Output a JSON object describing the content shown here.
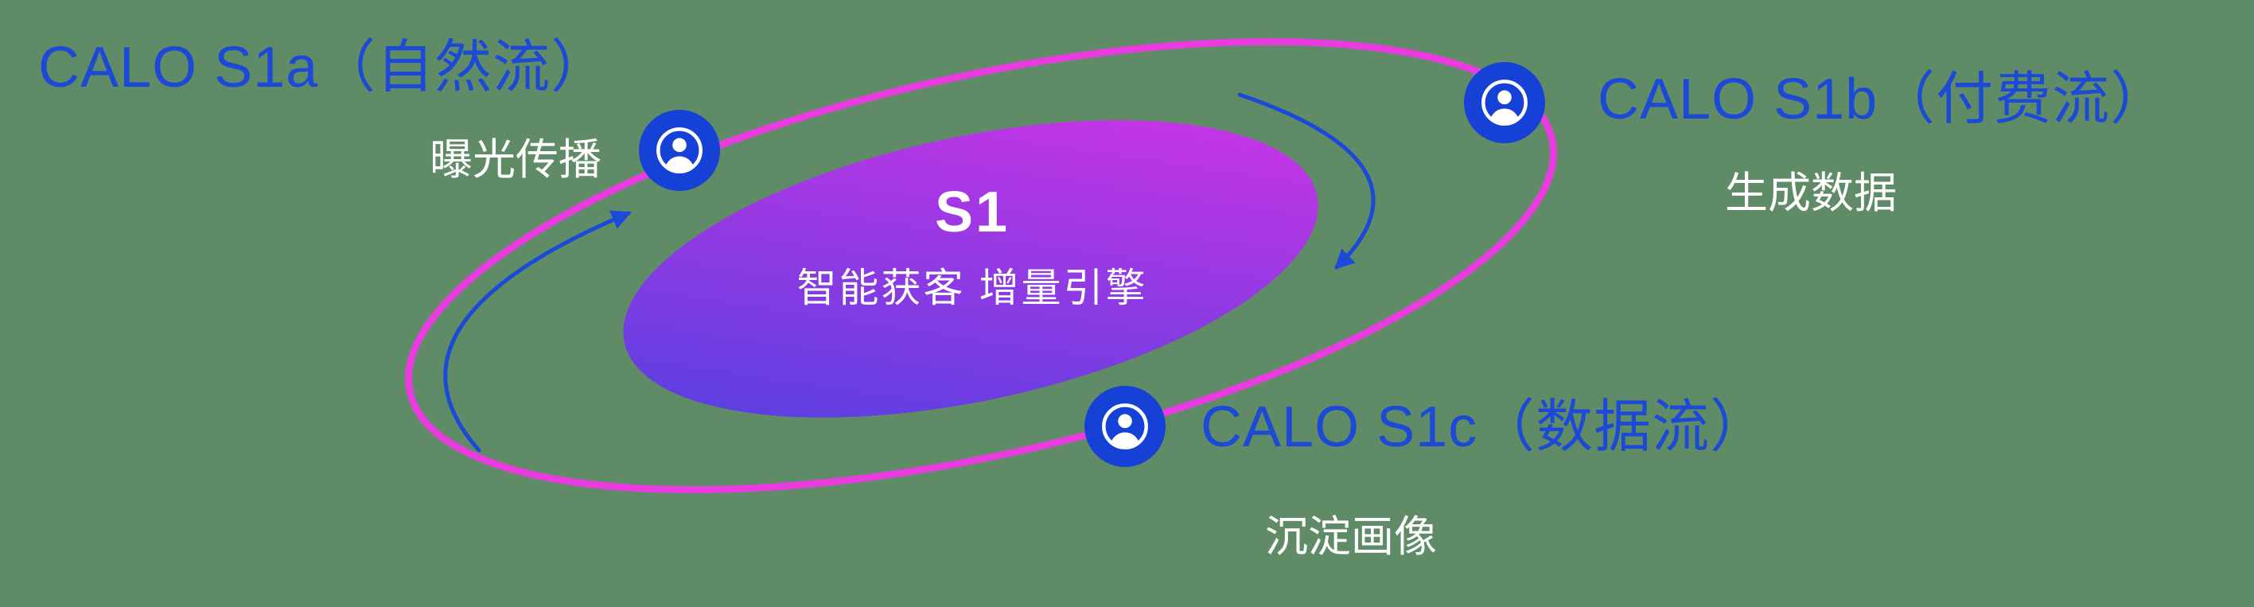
{
  "diagram_title": "S1 orbit diagram",
  "center": {
    "title": "S1",
    "subtitle": "智能获客  增量引擎"
  },
  "nodes": [
    {
      "id": "s1a",
      "label": "CALO S1a（自然流）",
      "sublabel": "曝光传播",
      "icon": "user-circle-icon"
    },
    {
      "id": "s1b",
      "label": "CALO S1b（付费流）",
      "sublabel": "生成数据",
      "icon": "user-circle-icon"
    },
    {
      "id": "s1c",
      "label": "CALO S1c（数据流）",
      "sublabel": "沉淀画像",
      "icon": "user-circle-icon"
    }
  ],
  "arrows": [
    {
      "id": "flow-arrow-left",
      "direction": "counter-clockwise-up"
    },
    {
      "id": "flow-arrow-right",
      "direction": "clockwise-down"
    }
  ],
  "colors": {
    "background": "#5f8c67",
    "label_blue": "#1c49d6",
    "orbit_pink": "#e93cdf",
    "node_blue": "#1541d6",
    "ellipse_blue": "#4a41e0",
    "ellipse_magenta": "#d833e6",
    "arrow_blue": "#1b49d8",
    "text_white": "#ffffff"
  }
}
